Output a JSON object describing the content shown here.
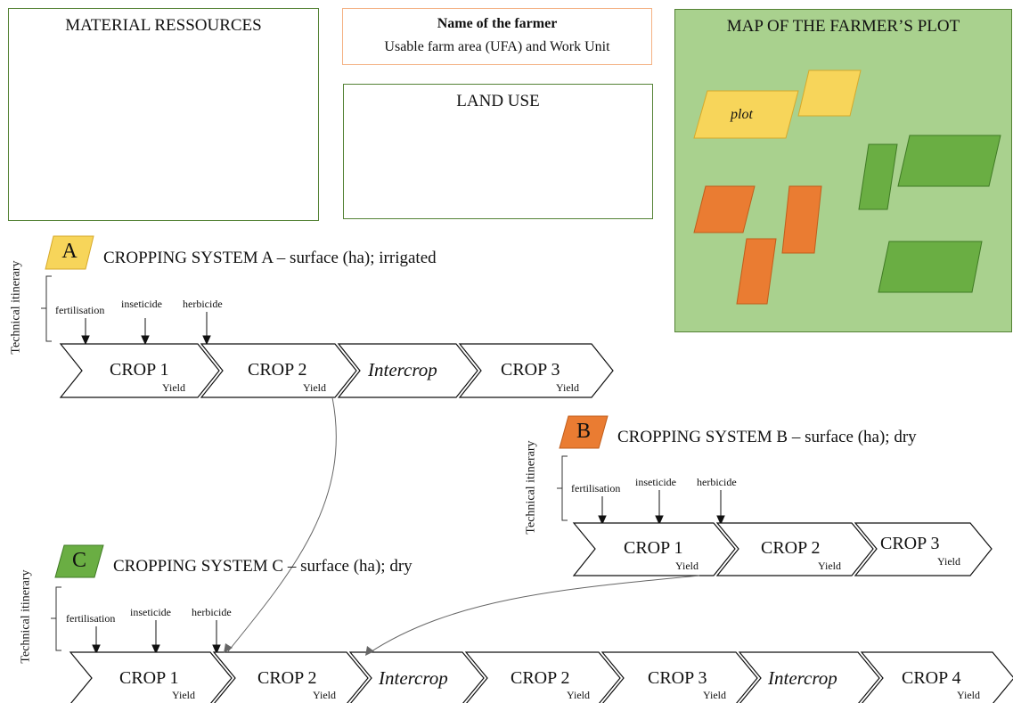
{
  "colors": {
    "yellow": "#f7d55a",
    "orange": "#ea7c32",
    "green": "#6aae43",
    "map_bg": "#a9d18e",
    "box_border_green": "#548235",
    "box_border_orange": "#f4b183"
  },
  "material": {
    "title": "MATERIAL RESSOURCES"
  },
  "farmer": {
    "name": "Name of the farmer",
    "area": "Usable farm area (UFA) and Work Unit"
  },
  "land_use": {
    "title": "LAND USE"
  },
  "map": {
    "title": "MAP OF THE FARMER’S PLOT",
    "plot_label": "plot"
  },
  "systems": {
    "a": {
      "letter": "A",
      "title": "CROPPING SYSTEM A – surface (ha); irrigated",
      "itinerary": "Technical itinerary",
      "ops": [
        "fertilisation",
        "inseticide",
        "herbicide"
      ],
      "crops": [
        "CROP 1",
        "CROP 2",
        "Intercrop",
        "CROP 3"
      ]
    },
    "b": {
      "letter": "B",
      "title": "CROPPING SYSTEM B – surface (ha); dry",
      "itinerary": "Technical itinerary",
      "ops": [
        "fertilisation",
        "inseticide",
        "herbicide"
      ],
      "crops": [
        "CROP 1",
        "CROP 2",
        "CROP 3"
      ]
    },
    "c": {
      "letter": "C",
      "title": "CROPPING SYSTEM C – surface (ha); dry",
      "itinerary": "Technical itinerary",
      "ops": [
        "fertilisation",
        "inseticide",
        "herbicide"
      ],
      "crops": [
        "CROP 1",
        "CROP 2",
        "Intercrop",
        "CROP 2",
        "CROP 3",
        "Intercrop",
        "CROP 4"
      ]
    }
  },
  "yield_label": "Yield"
}
